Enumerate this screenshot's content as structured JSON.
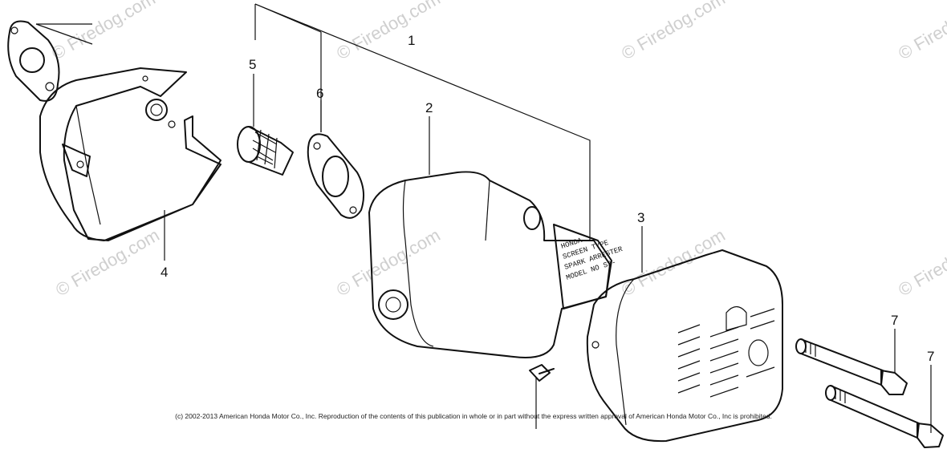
{
  "callouts": {
    "c1": "1",
    "c2": "2",
    "c3": "3",
    "c4": "4",
    "c5": "5",
    "c6": "6",
    "c7a": "7",
    "c7b": "7"
  },
  "watermark": "© Firedog.com",
  "name_plate": {
    "line1": "HONDA",
    "line2": "SCREEN TYPE",
    "line3": "SPARK ARRESTER",
    "line4": "MODEL NO S3-"
  },
  "copyright": "(c) 2002-2013 American Honda Motor Co., Inc. Reproduction of the contents of this publication in whole or in part without the express written approval of American Honda Motor Co., Inc is prohibited."
}
